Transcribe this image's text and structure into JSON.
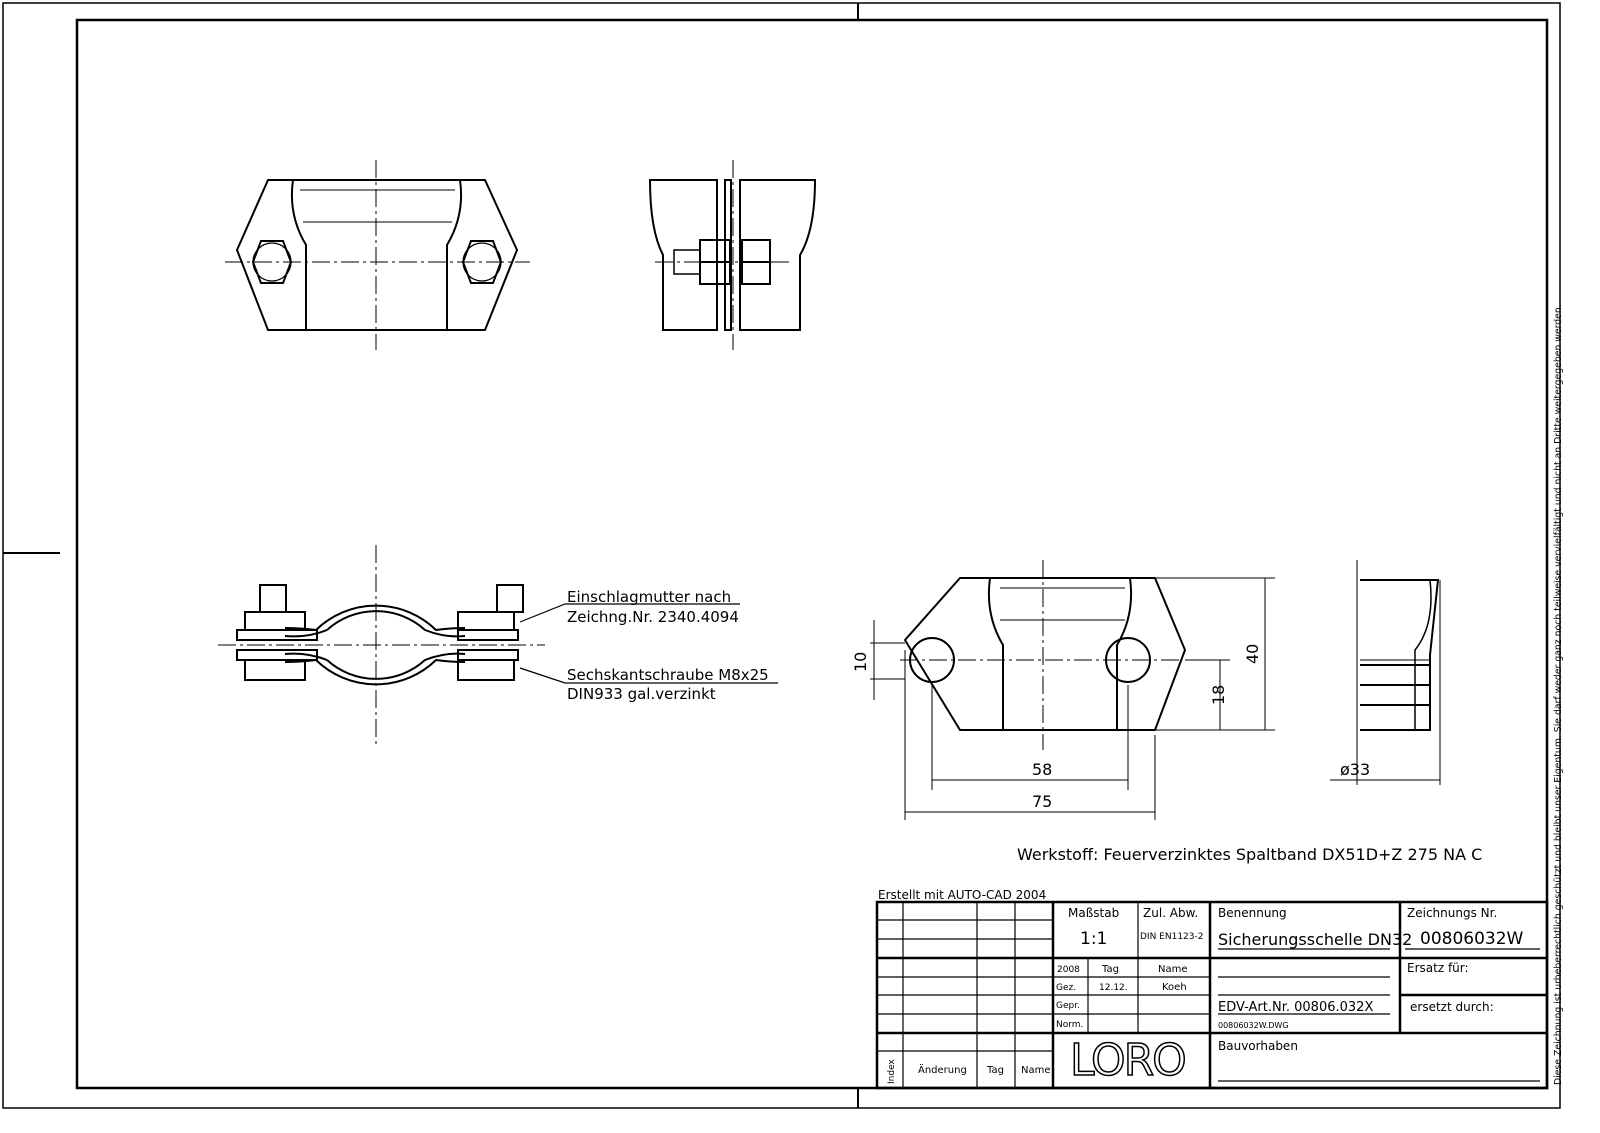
{
  "notes": {
    "nut": [
      "Einschlagmutter nach",
      "Zeichng.Nr. 2340.4094"
    ],
    "screw": [
      "Sechskantschraube M8x25",
      "DIN933 gal.verzinkt"
    ],
    "material": "Werkstoff:  Feuerverzinktes Spaltband DX51D+Z 275 NA C",
    "created": "Erstellt mit AUTO-CAD 2004",
    "copyright": "Diese Zeichnung ist urheberrechtlich geschützt und bleibt unser Eigentum. Sie darf weder ganz noch teilweise vervielfältigt und nicht an Dritte weitergegeben werden."
  },
  "dimensions": {
    "d10": "10",
    "d18": "18",
    "d40": "40",
    "d58": "58",
    "d75": "75",
    "d33": "ø33"
  },
  "title_block": {
    "scale_label": "Maßstab",
    "scale": "1:1",
    "tolerance_label": "Zul. Abw.",
    "tolerance": "DIN EN1123-2",
    "name_label": "Benennung",
    "name": "Sicherungsschelle DN32",
    "drawing_no_label": "Zeichnungs Nr.",
    "drawing_no": "00806032W",
    "year": "2008",
    "day_label": "Tag",
    "person_label": "Name",
    "drawn_label": "Gez.",
    "drawn_date": "12.12.",
    "drawn_by": "Koeh",
    "checked_label": "Gepr.",
    "norm_label": "Norm.",
    "replaces_label": "Ersatz für:",
    "replaced_by_label": "ersetzt durch:",
    "edv": "EDV-Art.Nr. 00806.032X",
    "file": "00806032W.DWG",
    "project_label": "Bauvorhaben",
    "index_label": "Index",
    "change_label": "Änderung",
    "rev_day_label": "Tag",
    "rev_name_label": "Name",
    "logo": "LORO"
  }
}
